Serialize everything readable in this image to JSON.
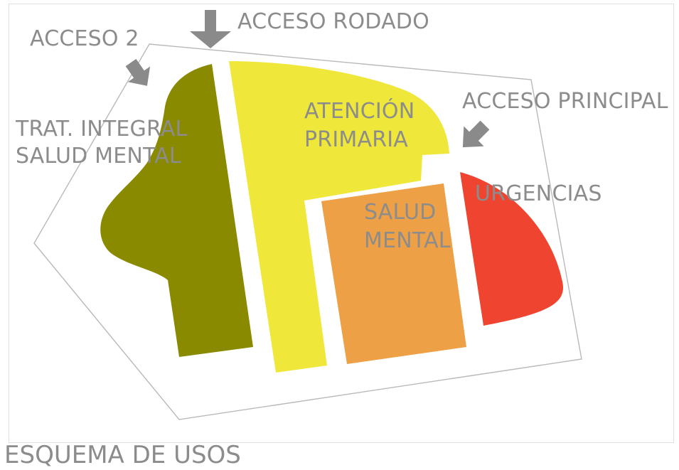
{
  "colors": {
    "background": "#ffffff",
    "frame_border": "#e0e0e0",
    "outline": "#b9b9b9",
    "trat_integral": "#8a8a01",
    "atencion_primaria": "#efe83a",
    "salud_mental": "#eda046",
    "urgencias": "#ef4530",
    "label_text": "#8c8c8c",
    "arrow": "#8a8a8a"
  },
  "zones": [
    {
      "id": "trat_integral",
      "lines": [
        "TRAT. INTEGRAL",
        "SALUD MENTAL"
      ]
    },
    {
      "id": "atencion_primaria",
      "lines": [
        "ATENCIÓN",
        "PRIMARIA"
      ]
    },
    {
      "id": "salud_mental",
      "lines": [
        "SALUD",
        "MENTAL"
      ]
    },
    {
      "id": "urgencias",
      "lines": [
        "URGENCIAS"
      ]
    }
  ],
  "accesses": [
    {
      "id": "acceso_rodado",
      "label": "ACCESO RODADO",
      "icon": "arrow-down-icon"
    },
    {
      "id": "acceso_2",
      "label": "ACCESO 2",
      "icon": "arrow-down-right-icon"
    },
    {
      "id": "acceso_principal",
      "label": "ACCESO PRINCIPAL",
      "icon": "arrow-down-left-icon"
    }
  ],
  "caption": "ESQUEMA DE USOS"
}
